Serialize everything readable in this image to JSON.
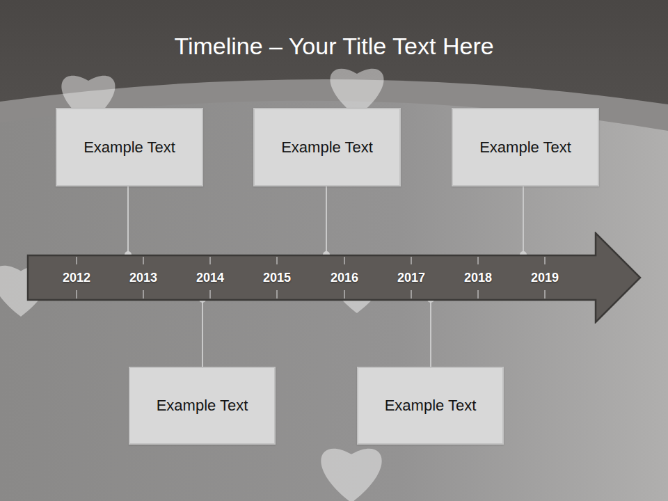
{
  "diagram": {
    "title": "Timeline – Your Title Text Here",
    "nodes": [
      {
        "text": [
          "Example Text"
        ]
      },
      {
        "text": [
          "Example Text"
        ]
      },
      {
        "text": [
          "Example Text"
        ]
      },
      {
        "text": [
          "2012",
          "2013",
          "2014",
          "2015",
          "2016",
          "2017",
          "2018",
          "2019"
        ]
      },
      {
        "text": [
          "Example Text"
        ]
      },
      {
        "text": [
          "Example Text"
        ]
      }
    ]
  }
}
